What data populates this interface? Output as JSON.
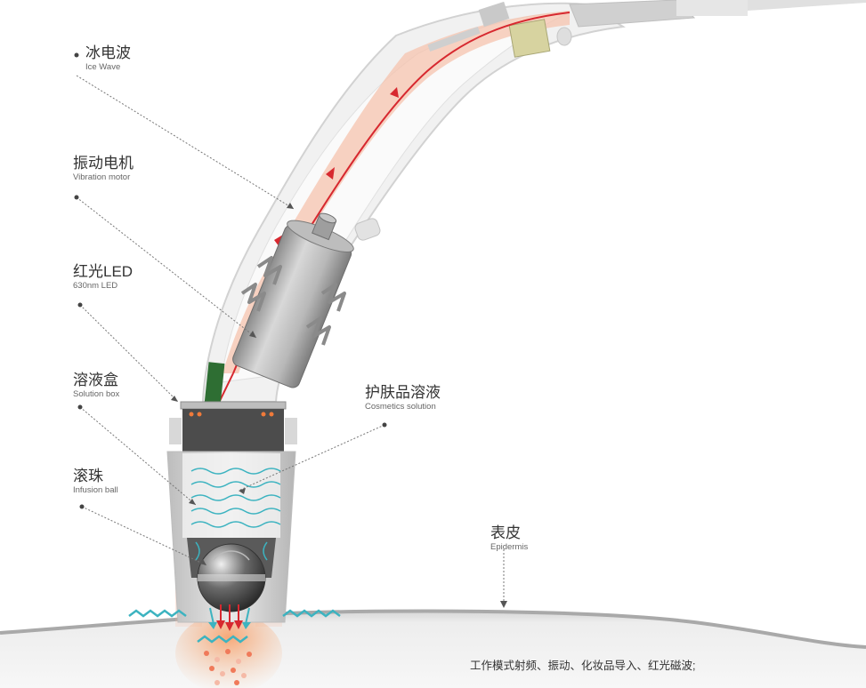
{
  "labels": {
    "ice_wave": {
      "zh": "冰电波",
      "en": "Ice Wave"
    },
    "vibration_motor": {
      "zh": "振动电机",
      "en": "Vibration motor"
    },
    "red_led": {
      "zh": "红光LED",
      "en": "630nm LED"
    },
    "solution_box": {
      "zh": "溶液盒",
      "en": "Solution box"
    },
    "infusion_ball": {
      "zh": "滚珠",
      "en": "Infusion ball"
    },
    "cosmetics_solution": {
      "zh": "护肤品溶液",
      "en": "Cosmetics solution"
    },
    "epidermis": {
      "zh": "表皮",
      "en": "Epidermis"
    }
  },
  "footer": {
    "note": "工作模式射频、振动、化妆品导入、红光磁波;"
  },
  "colors": {
    "current_red": "#d7282f",
    "heat_orange": "#f4a27a",
    "wave_cyan": "#3cb3c0",
    "led_green": "#2e6e33",
    "body_grey": "#ececec",
    "skin_grey": "#cfcfcf"
  },
  "icons": [
    "metal-ball",
    "motor-cylinder",
    "led-strip",
    "tip-dots"
  ]
}
